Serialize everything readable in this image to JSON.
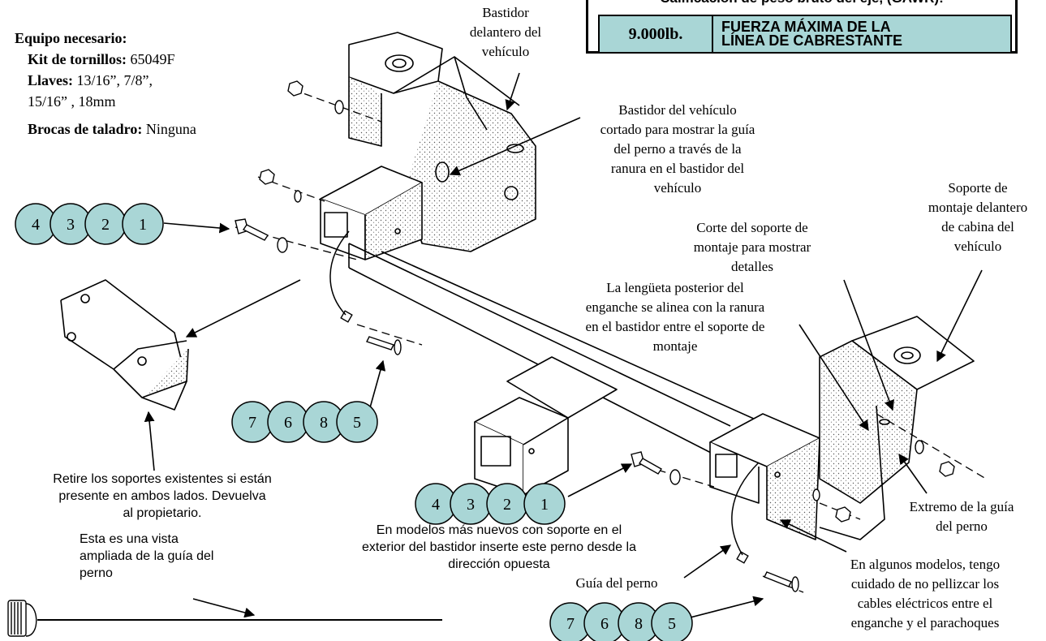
{
  "equipment": {
    "heading": "Equipo necesario:",
    "bolt_kit_label": "Kit de tornillos:",
    "bolt_kit_value": "65049F",
    "wrenches_label": "Llaves:",
    "wrenches_value_line1": "13/16”, 7/8”,",
    "wrenches_value_line2": "15/16” , 18mm",
    "drill_bits_label": "Brocas de taladro:",
    "drill_bits_value": "Ninguna"
  },
  "rating": {
    "header_partial": "Calificación de peso bruto del eje, (GAWR):",
    "value": "9.000lb.",
    "label_line1": "FUERZA MÁXIMA DE LA",
    "label_line2": "LÍNEA DE CABRESTANTE"
  },
  "callouts": {
    "front_frame": [
      "Bastidor",
      "delantero del",
      "vehículo"
    ],
    "frame_cut": [
      "Bastidor del vehículo",
      "cortado para mostrar la guía",
      "del perno a través de la",
      "ranura en el bastidor del",
      "vehículo"
    ],
    "cab_bracket": [
      "Soporte de",
      "montaje delantero",
      "de cabina del",
      "vehículo"
    ],
    "bracket_cut": [
      "Corte del soporte de",
      "montaje para mostrar",
      "detalles"
    ],
    "rear_tab": [
      "La lengüeta posterior del",
      "enganche se alinea con la ranura",
      "en el bastidor entre el soporte de",
      "montaje"
    ],
    "remove_brackets": [
      "Retire los soportes existentes si están",
      "presente en ambos lados. Devuelva",
      "al propietario."
    ],
    "enlarged_view": [
      "Esta es una vista",
      "ampliada de la guía del",
      "perno"
    ],
    "newer_models": [
      "En modelos más nuevos con soporte en el",
      "exterior del bastidor inserte este perno desde la",
      "dirección opuesta"
    ],
    "bolt_guide": "Guía del perno",
    "guide_end": [
      "Extremo de la guía",
      "del perno"
    ],
    "wires": [
      "En algunos modelos, tengo",
      "cuidado de no pellizcar los",
      "cables eléctricos entre el",
      "enganche y el parachoques"
    ]
  },
  "hardware_groups": {
    "upper_left": [
      "4",
      "3",
      "2",
      "1"
    ],
    "middle_left": [
      "7",
      "6",
      "8",
      "5"
    ],
    "lower_center": [
      "4",
      "3",
      "2",
      "1"
    ],
    "bottom_center": [
      "7",
      "6",
      "8",
      "5"
    ]
  },
  "colors": {
    "circle_fill": "#a9d6d6",
    "rating_fill": "#a9d6d6"
  }
}
